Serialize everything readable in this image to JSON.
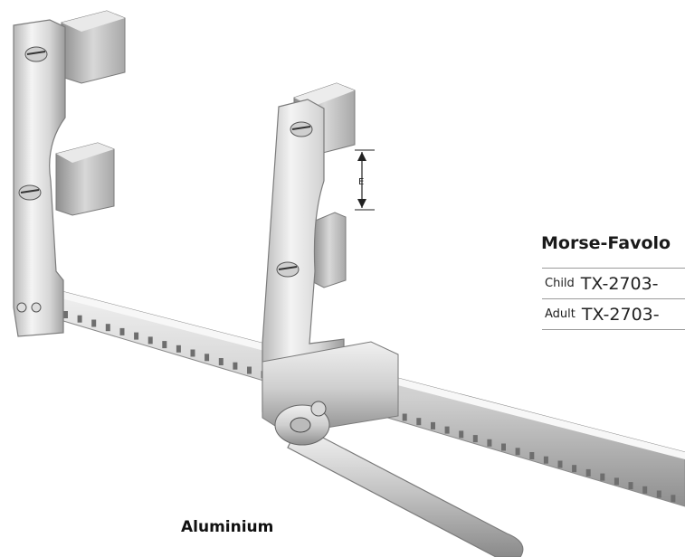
{
  "product": {
    "title": "Morse-Favolo",
    "material": "Aluminium",
    "dimension_marker": "E",
    "sizes": [
      {
        "label": "Child",
        "code": "TX-2703-"
      },
      {
        "label": "Adult",
        "code": "TX-2703-"
      }
    ]
  },
  "colors": {
    "metal_light": "#f2f2f2",
    "metal_mid": "#d0d0d0",
    "metal_dark": "#8a8a8a",
    "text": "#1a1a1a",
    "rule": "#9a9a9a"
  }
}
